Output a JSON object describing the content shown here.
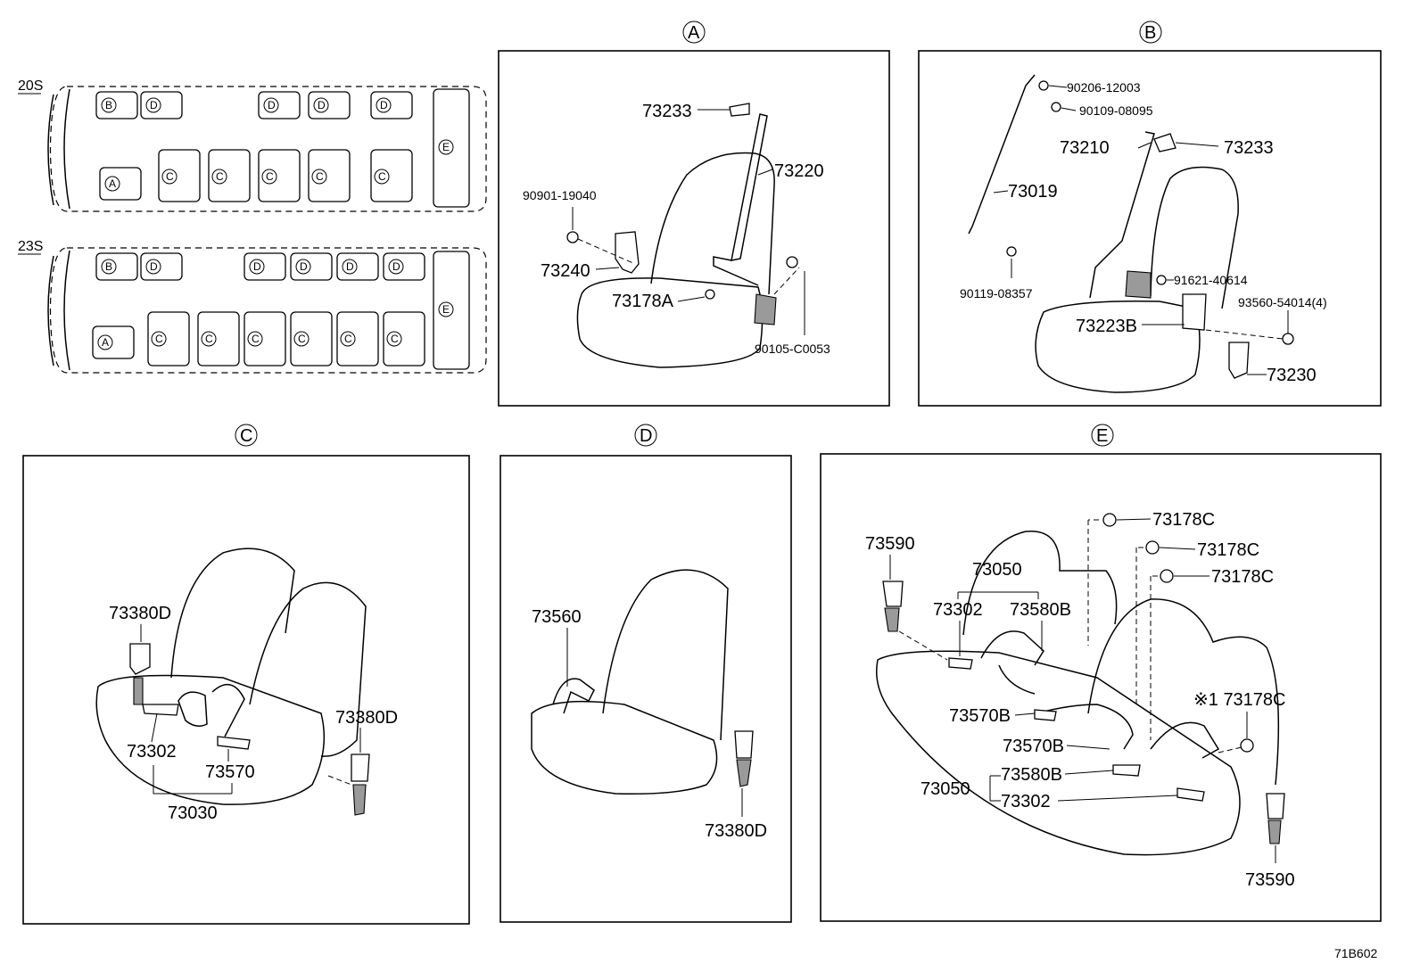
{
  "layouts": [
    {
      "label": "20S",
      "seat_codes": {
        "A": "A",
        "B": "B",
        "C": "C",
        "D": "D",
        "E": "E"
      }
    },
    {
      "label": "23S"
    }
  ],
  "panels": {
    "A": {
      "title": "A",
      "parts": [
        "73233",
        "73220",
        "90901-19040",
        "73240",
        "73178A",
        "90105-C0053"
      ]
    },
    "B": {
      "title": "B",
      "parts": [
        "90206-12003",
        "90109-08095",
        "73210",
        "73233",
        "73019",
        "90119-08357",
        "91621-40614",
        "93560-54014(4)",
        "73223B",
        "73230"
      ]
    },
    "C": {
      "title": "C",
      "parts": [
        "73380D",
        "73380D",
        "73302",
        "73570",
        "73030"
      ]
    },
    "D": {
      "title": "D",
      "parts": [
        "73560",
        "73380D"
      ]
    },
    "E": {
      "title": "E",
      "parts": [
        "73590",
        "73178C",
        "73178C",
        "73178C",
        "73050",
        "73302",
        "73580B",
        "73570B",
        "73570B",
        "※1 73178C",
        "73050",
        "73580B",
        "73302",
        "73590"
      ]
    }
  },
  "figure_code": "71B602"
}
